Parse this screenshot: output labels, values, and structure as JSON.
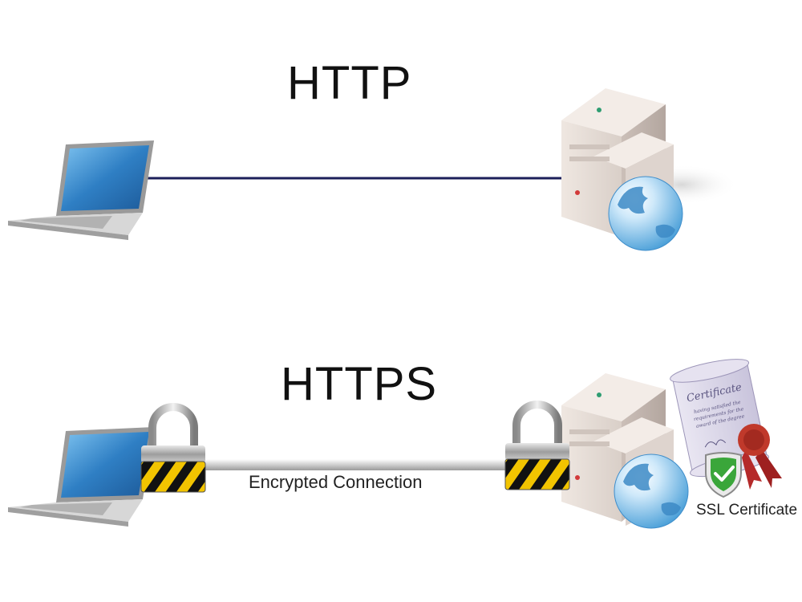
{
  "diagram": {
    "http": {
      "title": "HTTP"
    },
    "https": {
      "title": "HTTPS",
      "connection_label": "Encrypted Connection",
      "ssl_label": "SSL Certificate",
      "certificate": {
        "heading": "Certificate",
        "line1": "having satisfied the",
        "line2": "requirements for the",
        "line3": "award of the degree"
      }
    }
  },
  "icons": [
    "laptop-icon",
    "server-icon",
    "globe-icon",
    "padlock-icon",
    "certificate-icon",
    "shield-check-icon"
  ],
  "colors": {
    "http_line": "#1c1f5a",
    "https_pipe": "#d8d8d8",
    "screen": "#3a86c8",
    "globe": "#4aa3df",
    "shield": "#3aa63a",
    "seal": "#c0392b"
  }
}
